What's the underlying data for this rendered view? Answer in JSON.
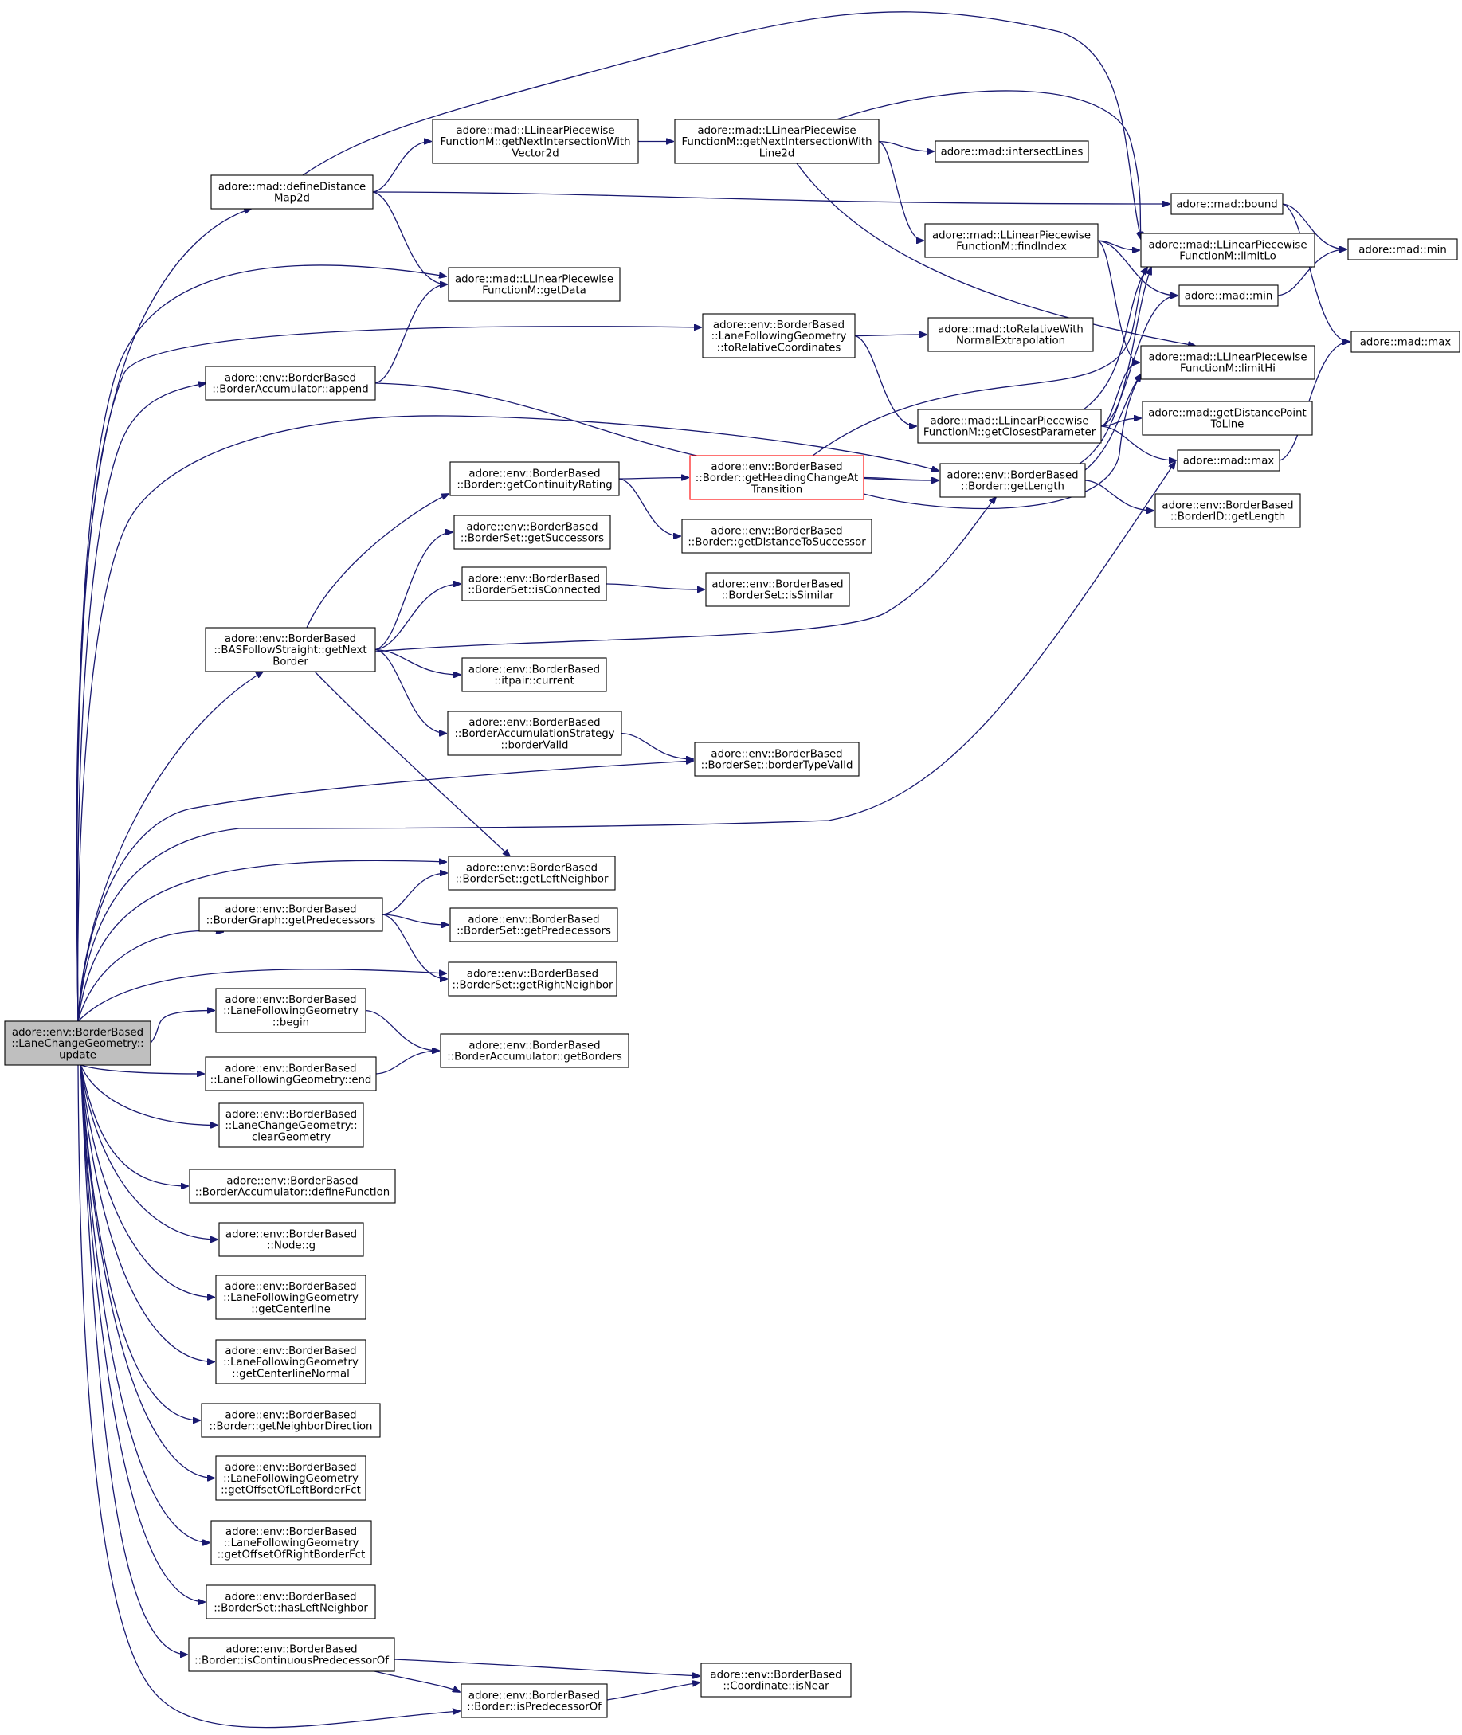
{
  "nodes": [
    {
      "id": "root",
      "label": [
        "adore::env::BorderBased",
        "::LaneChangeGeometry::",
        "update"
      ]
    },
    {
      "id": "defineDistanceMap2d",
      "label": [
        "adore::mad::defineDistance",
        "Map2d"
      ]
    },
    {
      "id": "getNextIntersectionWithVector2d",
      "label": [
        "adore::mad::LLinearPiecewise",
        "FunctionM::getNextIntersectionWith",
        "Vector2d"
      ]
    },
    {
      "id": "getNextIntersectionWithLine2d",
      "label": [
        "adore::mad::LLinearPiecewise",
        "FunctionM::getNextIntersectionWith",
        "Line2d"
      ]
    },
    {
      "id": "intersectLines",
      "label": [
        "adore::mad::intersectLines"
      ]
    },
    {
      "id": "bound",
      "label": [
        "adore::mad::bound"
      ]
    },
    {
      "id": "findIndex",
      "label": [
        "adore::mad::LLinearPiecewise",
        "FunctionM::findIndex"
      ]
    },
    {
      "id": "limitLo",
      "label": [
        "adore::mad::LLinearPiecewise",
        "FunctionM::limitLo"
      ]
    },
    {
      "id": "min1",
      "label": [
        "adore::mad::min"
      ]
    },
    {
      "id": "min2",
      "label": [
        "adore::mad::min"
      ]
    },
    {
      "id": "getData",
      "label": [
        "adore::mad::LLinearPiecewise",
        "FunctionM::getData"
      ]
    },
    {
      "id": "toRelativeCoordinates",
      "label": [
        "adore::env::BorderBased",
        "::LaneFollowingGeometry",
        "::toRelativeCoordinates"
      ]
    },
    {
      "id": "toRelativeWithNormalExtrapolation",
      "label": [
        "adore::mad::toRelativeWith",
        "NormalExtrapolation"
      ]
    },
    {
      "id": "limitHi",
      "label": [
        "adore::mad::LLinearPiecewise",
        "FunctionM::limitHi"
      ]
    },
    {
      "id": "max1",
      "label": [
        "adore::mad::max"
      ]
    },
    {
      "id": "append",
      "label": [
        "adore::env::BorderBased",
        "::BorderAccumulator::append"
      ]
    },
    {
      "id": "getClosestParameter",
      "label": [
        "adore::mad::LLinearPiecewise",
        "FunctionM::getClosestParameter"
      ]
    },
    {
      "id": "getDistancePointToLine",
      "label": [
        "adore::mad::getDistancePoint",
        "ToLine"
      ]
    },
    {
      "id": "max2",
      "label": [
        "adore::mad::max"
      ]
    },
    {
      "id": "getContinuityRating",
      "label": [
        "adore::env::BorderBased",
        "::Border::getContinuityRating"
      ]
    },
    {
      "id": "getHeadingChangeAtTransition",
      "label": [
        "adore::env::BorderBased",
        "::Border::getHeadingChangeAt",
        "Transition"
      ]
    },
    {
      "id": "borderGetLength",
      "label": [
        "adore::env::BorderBased",
        "::Border::getLength"
      ]
    },
    {
      "id": "borderIdGetLength",
      "label": [
        "adore::env::BorderBased",
        "::BorderID::getLength"
      ]
    },
    {
      "id": "getSuccessors",
      "label": [
        "adore::env::BorderBased",
        "::BorderSet::getSuccessors"
      ]
    },
    {
      "id": "getDistanceToSuccessor",
      "label": [
        "adore::env::BorderBased",
        "::Border::getDistanceToSuccessor"
      ]
    },
    {
      "id": "isConnected",
      "label": [
        "adore::env::BorderBased",
        "::BorderSet::isConnected"
      ]
    },
    {
      "id": "isSimilar",
      "label": [
        "adore::env::BorderBased",
        "::BorderSet::isSimilar"
      ]
    },
    {
      "id": "basGetNextBorder",
      "label": [
        "adore::env::BorderBased",
        "::BASFollowStraight::getNext",
        "Border"
      ]
    },
    {
      "id": "itpairCurrent",
      "label": [
        "adore::env::BorderBased",
        "::itpair::current"
      ]
    },
    {
      "id": "borderValid",
      "label": [
        "adore::env::BorderBased",
        "::BorderAccumulationStrategy",
        "::borderValid"
      ]
    },
    {
      "id": "borderTypeValid",
      "label": [
        "adore::env::BorderBased",
        "::BorderSet::borderTypeValid"
      ]
    },
    {
      "id": "getLeftNeighbor",
      "label": [
        "adore::env::BorderBased",
        "::BorderSet::getLeftNeighbor"
      ]
    },
    {
      "id": "graphGetPredecessors",
      "label": [
        "adore::env::BorderBased",
        "::BorderGraph::getPredecessors"
      ]
    },
    {
      "id": "setGetPredecessors",
      "label": [
        "adore::env::BorderBased",
        "::BorderSet::getPredecessors"
      ]
    },
    {
      "id": "getRightNeighbor",
      "label": [
        "adore::env::BorderBased",
        "::BorderSet::getRightNeighbor"
      ]
    },
    {
      "id": "begin",
      "label": [
        "adore::env::BorderBased",
        "::LaneFollowingGeometry",
        "::begin"
      ]
    },
    {
      "id": "getBorders",
      "label": [
        "adore::env::BorderBased",
        "::BorderAccumulator::getBorders"
      ]
    },
    {
      "id": "end",
      "label": [
        "adore::env::BorderBased",
        "::LaneFollowingGeometry::end"
      ]
    },
    {
      "id": "clearGeometry",
      "label": [
        "adore::env::BorderBased",
        "::LaneChangeGeometry::",
        "clearGeometry"
      ]
    },
    {
      "id": "defineFunction",
      "label": [
        "adore::env::BorderBased",
        "::BorderAccumulator::defineFunction"
      ]
    },
    {
      "id": "nodeG",
      "label": [
        "adore::env::BorderBased",
        "::Node::g"
      ]
    },
    {
      "id": "getCenterline",
      "label": [
        "adore::env::BorderBased",
        "::LaneFollowingGeometry",
        "::getCenterline"
      ]
    },
    {
      "id": "getCenterlineNormal",
      "label": [
        "adore::env::BorderBased",
        "::LaneFollowingGeometry",
        "::getCenterlineNormal"
      ]
    },
    {
      "id": "getNeighborDirection",
      "label": [
        "adore::env::BorderBased",
        "::Border::getNeighborDirection"
      ]
    },
    {
      "id": "getOffsetOfLeftBorderFct",
      "label": [
        "adore::env::BorderBased",
        "::LaneFollowingGeometry",
        "::getOffsetOfLeftBorderFct"
      ]
    },
    {
      "id": "getOffsetOfRightBorderFct",
      "label": [
        "adore::env::BorderBased",
        "::LaneFollowingGeometry",
        "::getOffsetOfRightBorderFct"
      ]
    },
    {
      "id": "hasLeftNeighbor",
      "label": [
        "adore::env::BorderBased",
        "::BorderSet::hasLeftNeighbor"
      ]
    },
    {
      "id": "isContinuousPredecessorOf",
      "label": [
        "adore::env::BorderBased",
        "::Border::isContinuousPredecessorOf"
      ]
    },
    {
      "id": "isNear",
      "label": [
        "adore::env::BorderBased",
        "::Coordinate::isNear"
      ]
    },
    {
      "id": "isPredecessorOf",
      "label": [
        "adore::env::BorderBased",
        "::Border::isPredecessorOf"
      ]
    }
  ],
  "edges": [
    [
      "root",
      "defineDistanceMap2d"
    ],
    [
      "root",
      "getData"
    ],
    [
      "root",
      "toRelativeCoordinates"
    ],
    [
      "root",
      "append"
    ],
    [
      "root",
      "borderGetLength"
    ],
    [
      "root",
      "basGetNextBorder"
    ],
    [
      "root",
      "borderTypeValid"
    ],
    [
      "root",
      "max2"
    ],
    [
      "root",
      "getLeftNeighbor"
    ],
    [
      "root",
      "graphGetPredecessors"
    ],
    [
      "root",
      "getRightNeighbor"
    ],
    [
      "root",
      "begin"
    ],
    [
      "root",
      "end"
    ],
    [
      "root",
      "clearGeometry"
    ],
    [
      "root",
      "defineFunction"
    ],
    [
      "root",
      "nodeG"
    ],
    [
      "root",
      "getCenterline"
    ],
    [
      "root",
      "getCenterlineNormal"
    ],
    [
      "root",
      "getNeighborDirection"
    ],
    [
      "root",
      "getOffsetOfLeftBorderFct"
    ],
    [
      "root",
      "getOffsetOfRightBorderFct"
    ],
    [
      "root",
      "hasLeftNeighbor"
    ],
    [
      "root",
      "isContinuousPredecessorOf"
    ],
    [
      "root",
      "isPredecessorOf"
    ],
    [
      "defineDistanceMap2d",
      "getNextIntersectionWithVector2d"
    ],
    [
      "defineDistanceMap2d",
      "limitLo"
    ],
    [
      "defineDistanceMap2d",
      "bound"
    ],
    [
      "defineDistanceMap2d",
      "getData"
    ],
    [
      "getNextIntersectionWithVector2d",
      "getNextIntersectionWithLine2d"
    ],
    [
      "getNextIntersectionWithLine2d",
      "intersectLines"
    ],
    [
      "getNextIntersectionWithLine2d",
      "findIndex"
    ],
    [
      "getNextIntersectionWithLine2d",
      "limitLo"
    ],
    [
      "getNextIntersectionWithLine2d",
      "limitHi"
    ],
    [
      "bound",
      "min2"
    ],
    [
      "bound",
      "max1"
    ],
    [
      "findIndex",
      "limitLo"
    ],
    [
      "findIndex",
      "min1"
    ],
    [
      "findIndex",
      "limitHi"
    ],
    [
      "min1",
      "min2"
    ],
    [
      "max2",
      "max1"
    ],
    [
      "append",
      "getData"
    ],
    [
      "append",
      "borderGetLength"
    ],
    [
      "toRelativeCoordinates",
      "toRelativeWithNormalExtrapolation"
    ],
    [
      "toRelativeCoordinates",
      "getClosestParameter"
    ],
    [
      "getClosestParameter",
      "limitLo"
    ],
    [
      "getClosestParameter",
      "min1"
    ],
    [
      "getClosestParameter",
      "limitHi"
    ],
    [
      "getClosestParameter",
      "getDistancePointToLine"
    ],
    [
      "getClosestParameter",
      "max2"
    ],
    [
      "borderGetLength",
      "limitLo"
    ],
    [
      "borderGetLength",
      "limitHi"
    ],
    [
      "borderGetLength",
      "borderIdGetLength"
    ],
    [
      "getHeadingChangeAtTransition",
      "limitLo"
    ],
    [
      "getHeadingChangeAtTransition",
      "borderGetLength"
    ],
    [
      "getHeadingChangeAtTransition",
      "limitHi"
    ],
    [
      "getContinuityRating",
      "getHeadingChangeAtTransition"
    ],
    [
      "getContinuityRating",
      "getDistanceToSuccessor"
    ],
    [
      "basGetNextBorder",
      "getContinuityRating"
    ],
    [
      "basGetNextBorder",
      "getSuccessors"
    ],
    [
      "basGetNextBorder",
      "isConnected"
    ],
    [
      "basGetNextBorder",
      "borderGetLength"
    ],
    [
      "basGetNextBorder",
      "itpairCurrent"
    ],
    [
      "basGetNextBorder",
      "borderValid"
    ],
    [
      "basGetNextBorder",
      "getLeftNeighbor"
    ],
    [
      "isConnected",
      "isSimilar"
    ],
    [
      "borderValid",
      "borderTypeValid"
    ],
    [
      "graphGetPredecessors",
      "getLeftNeighbor"
    ],
    [
      "graphGetPredecessors",
      "setGetPredecessors"
    ],
    [
      "graphGetPredecessors",
      "getRightNeighbor"
    ],
    [
      "begin",
      "getBorders"
    ],
    [
      "end",
      "getBorders"
    ],
    [
      "isContinuousPredecessorOf",
      "isNear"
    ],
    [
      "isContinuousPredecessorOf",
      "isPredecessorOf"
    ],
    [
      "isPredecessorOf",
      "isNear"
    ]
  ]
}
